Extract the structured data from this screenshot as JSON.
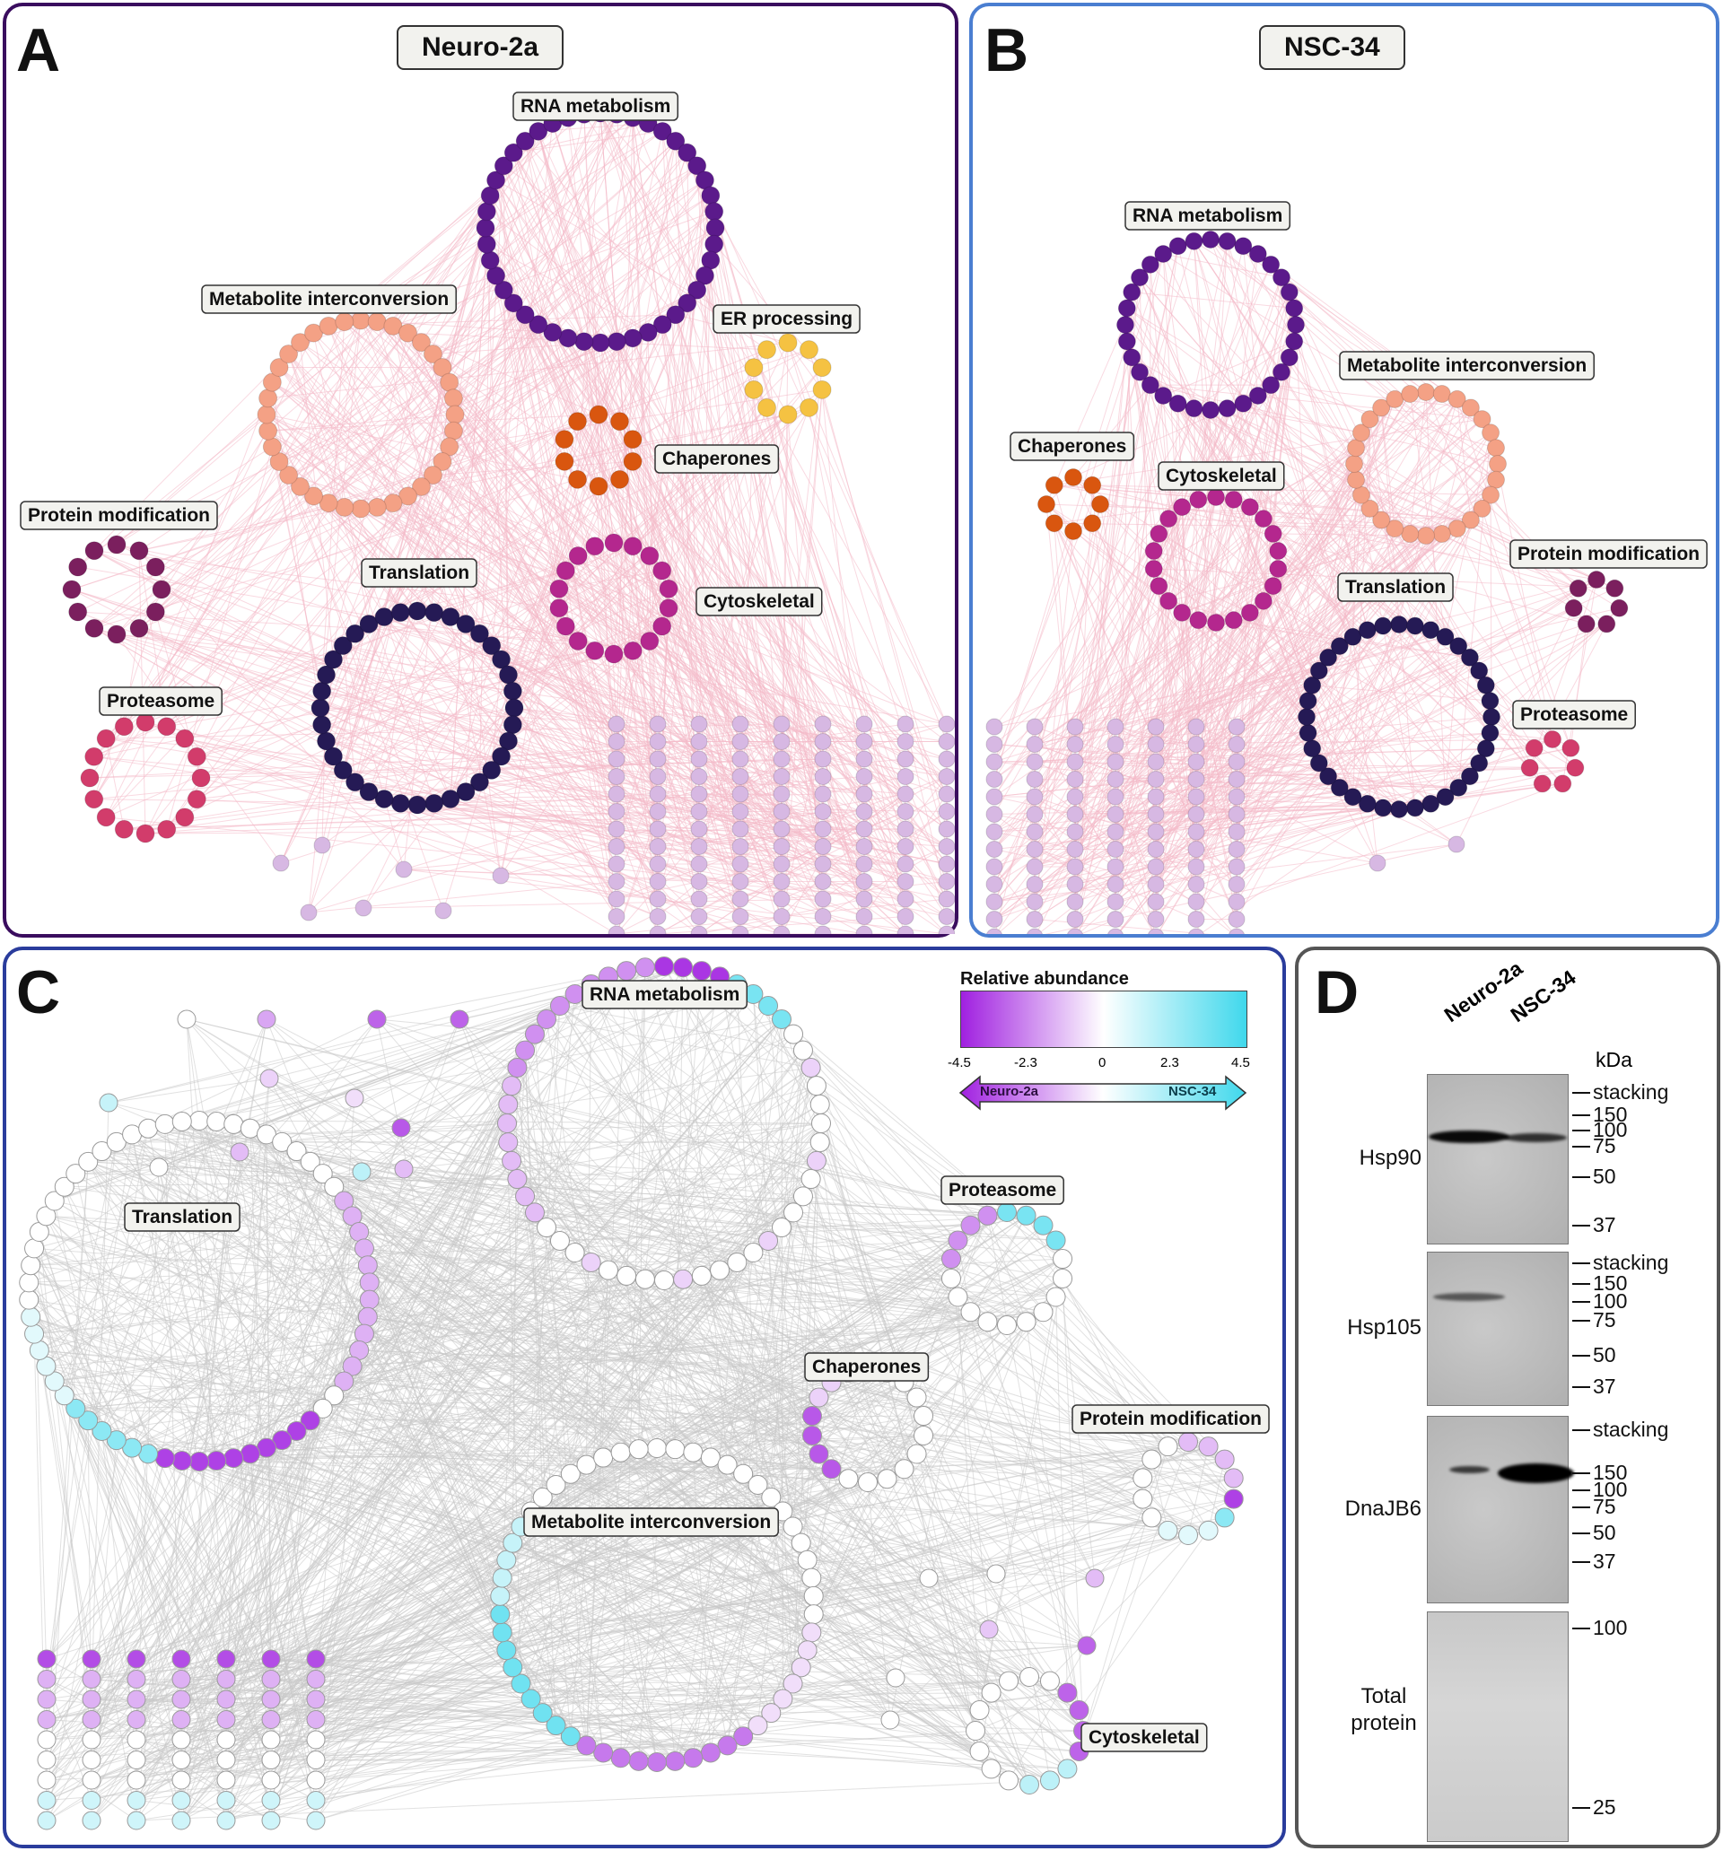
{
  "panels": {
    "A": {
      "letter": "A",
      "title": "Neuro-2a",
      "color": "#3a0d5e"
    },
    "B": {
      "letter": "B",
      "title": "NSC-34",
      "color": "#4a7ed1"
    },
    "C": {
      "letter": "C",
      "color": "#2a3c9c"
    },
    "D": {
      "letter": "D",
      "color": "#555555"
    }
  },
  "clusters": {
    "rna": "RNA metabolism",
    "metab": "Metabolite interconversion",
    "er": "ER processing",
    "chap": "Chaperones",
    "protmod": "Protein modification",
    "transl": "Translation",
    "cyto": "Cytoskeletal",
    "protea": "Proteasome"
  },
  "colors": {
    "rna": "#5b1a8b",
    "metab": "#f4a185",
    "er": "#f5c242",
    "chap": "#d9560f",
    "protmod": "#7b1f5e",
    "transl": "#251a55",
    "cyto": "#b4278e",
    "protea": "#d23c6b",
    "other": "#d7b8e3",
    "edge_ab": "#f4b9c9",
    "edge_c": "#c8c8c8"
  },
  "legend": {
    "title": "Relative abundance",
    "ticks": [
      "-4.5",
      "-2.3",
      "0",
      "2.3",
      "4.5"
    ],
    "arrow_left": "Neuro-2a",
    "arrow_right": "NSC-34",
    "color_low": "#a020e0",
    "color_high": "#40d8ec"
  },
  "western": {
    "lanes": [
      "Neuro-2a",
      "NSC-34"
    ],
    "kda": "kDa",
    "blots": [
      {
        "name": "Hsp90",
        "markers": [
          "stacking",
          "150",
          "100",
          "75",
          "50",
          "37"
        ]
      },
      {
        "name": "Hsp105",
        "markers": [
          "stacking",
          "150",
          "100",
          "75",
          "50",
          "37"
        ]
      },
      {
        "name": "DnaJB6",
        "markers": [
          "stacking",
          "150",
          "100",
          "75",
          "50",
          "37"
        ]
      },
      {
        "name": "Total protein",
        "markers": [
          "100",
          "25"
        ]
      }
    ]
  }
}
